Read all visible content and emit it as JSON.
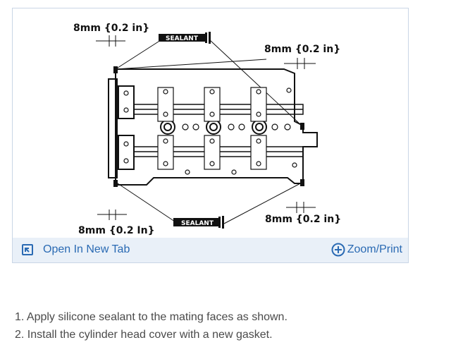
{
  "figure": {
    "labels": {
      "top_left": "8mm {0.2 in}",
      "top_right": "8mm {0.2 in}",
      "bottom_left": "8mm {0.2 In}",
      "bottom_right": "8mm {0.2 in}",
      "sealant_top": "SEALANT",
      "sealant_bottom": "SEALANT"
    }
  },
  "caption": {
    "open_tab_label": "Open In New Tab",
    "zoom_label": "Zoom/Print",
    "open_tab_icon": "open-new-tab-icon",
    "zoom_icon": "plus-circle-icon"
  },
  "instructions": [
    "1. Apply silicone sealant to the mating faces as shown.",
    "2. Install the cylinder head cover with a new gasket."
  ],
  "colors": {
    "link": "#2a6ab3",
    "caption_bg": "#e9f0f8",
    "border": "#c9d6e6",
    "text": "#4a4a4a"
  }
}
